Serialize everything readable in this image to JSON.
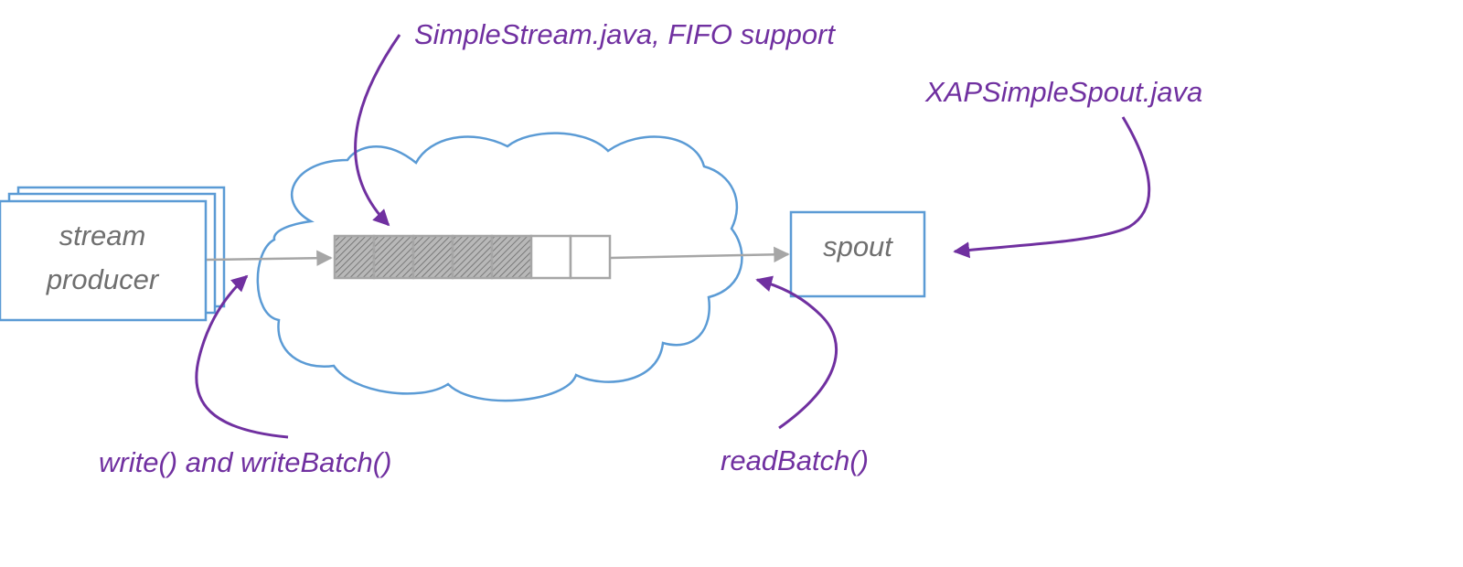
{
  "colors": {
    "box_stroke": "#5b9bd5",
    "cloud_stroke": "#5b9bd5",
    "flow_arrow": "#a6a6a6",
    "annotation": "#7030a0",
    "text_gray": "#6f6f6f",
    "queue_filled": "#b8b8b8"
  },
  "producer": {
    "line1": "stream",
    "line2": "producer"
  },
  "spout": {
    "label": "spout"
  },
  "queue": {
    "total_slots": 7,
    "filled_slots": 5
  },
  "annotations": {
    "simple_stream": "SimpleStream.java, FIFO support",
    "xap_spout": "XAPSimpleSpout.java",
    "write": "write() and writeBatch()",
    "read": "readBatch()"
  }
}
